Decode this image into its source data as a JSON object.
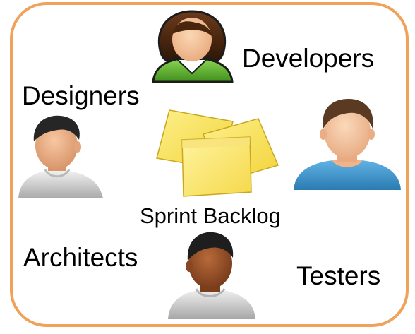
{
  "labels": {
    "developers": "Developers",
    "designers": "Designers",
    "sprint_backlog": "Sprint Backlog",
    "architects": "Architects",
    "testers": "Testers"
  },
  "icons": {
    "developer": "female-developer-avatar-icon",
    "designer": "male-designer-avatar-icon",
    "tester": "male-tester-avatar-icon",
    "architect": "male-architect-avatar-icon",
    "backlog": "sticky-notes-icon"
  },
  "colors": {
    "frame_border": "#f0a15a",
    "note_fill": "#fbe55a",
    "developer_shirt": "#6fc23a",
    "tester_shirt": "#3f93c6"
  }
}
